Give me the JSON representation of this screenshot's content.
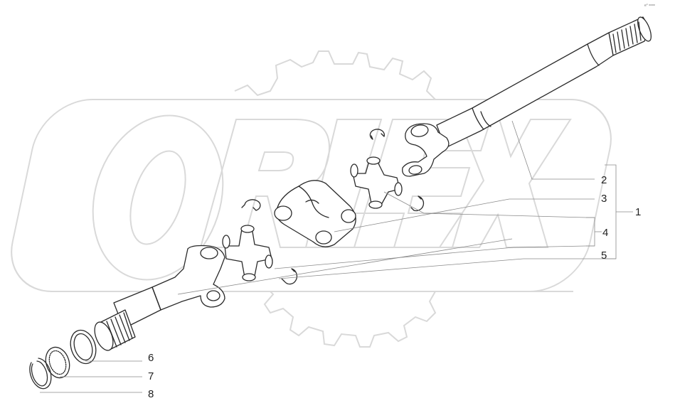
{
  "corner_mark": "e° ===",
  "watermark": {
    "text": "ORLEX",
    "color": "#d9d9d9"
  },
  "callouts": [
    {
      "id": "2",
      "label": "2"
    },
    {
      "id": "3",
      "label": "3"
    },
    {
      "id": "4",
      "label": "4"
    },
    {
      "id": "5",
      "label": "5"
    },
    {
      "id": "1",
      "label": "1"
    },
    {
      "id": "6",
      "label": "6"
    },
    {
      "id": "7",
      "label": "7"
    },
    {
      "id": "8",
      "label": "8"
    }
  ]
}
